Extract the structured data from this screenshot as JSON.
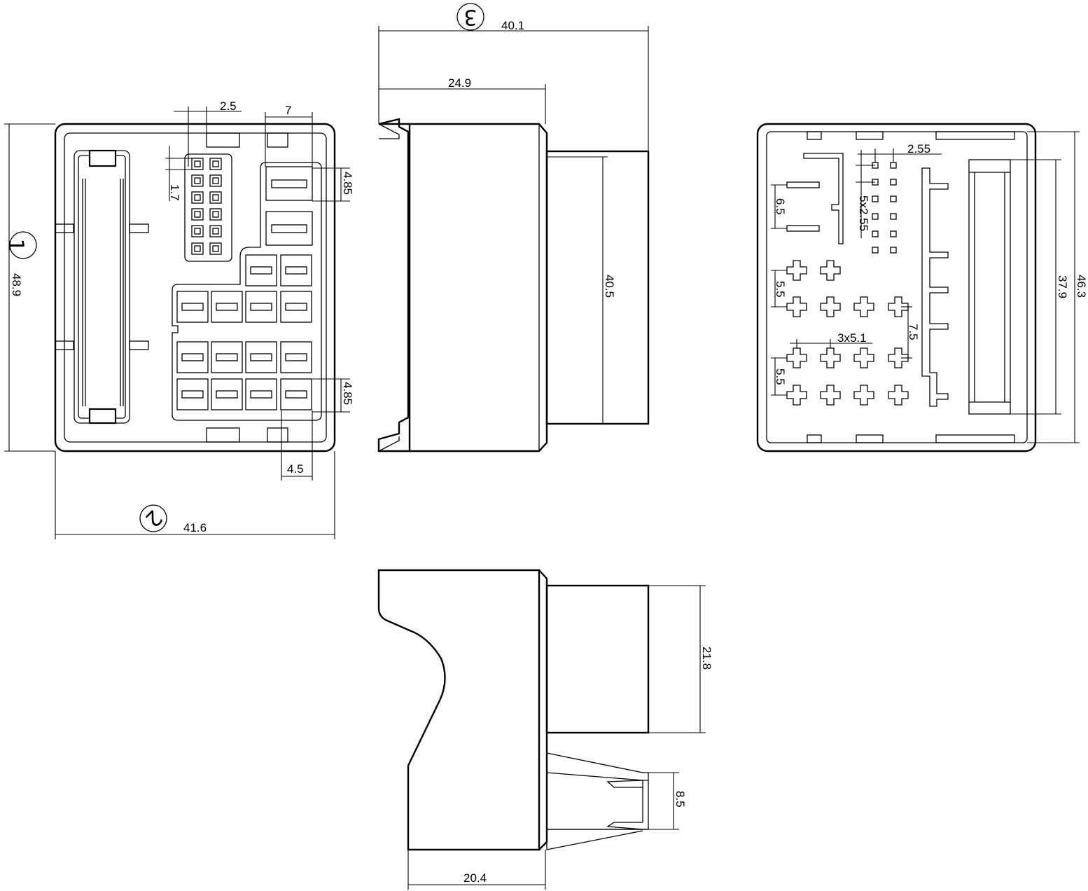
{
  "views": {
    "view1": {
      "marker": "1"
    },
    "view2": {
      "marker": "2"
    },
    "view3": {
      "marker": "3"
    }
  },
  "dimensions": {
    "front": {
      "pitch_small": "2.5",
      "width_7": "7",
      "pitch_1_7": "1.7",
      "pitch_4_85_top": "4.85",
      "height_48_9": "48.9",
      "pitch_4_85_bottom": "4.85",
      "width_4_5": "4.5",
      "width_41_6": "41.6"
    },
    "side": {
      "depth_40_1": "40.1",
      "depth_24_9": "24.9",
      "height_40_5": "40.5"
    },
    "rear": {
      "pitch_2_55": "2.55",
      "pitch_5x2_55": "5x2.55",
      "gap_6_5": "6.5",
      "pitch_5_5_top": "5.5",
      "pitch_7_5": "7.5",
      "pitch_3x5_1": "3x5.1",
      "pitch_5_5_bottom": "5.5",
      "height_37_9": "37.9",
      "height_46_3": "46.3"
    },
    "bottom": {
      "height_21_8": "21.8",
      "height_8_5": "8.5",
      "width_20_4": "20.4"
    }
  }
}
